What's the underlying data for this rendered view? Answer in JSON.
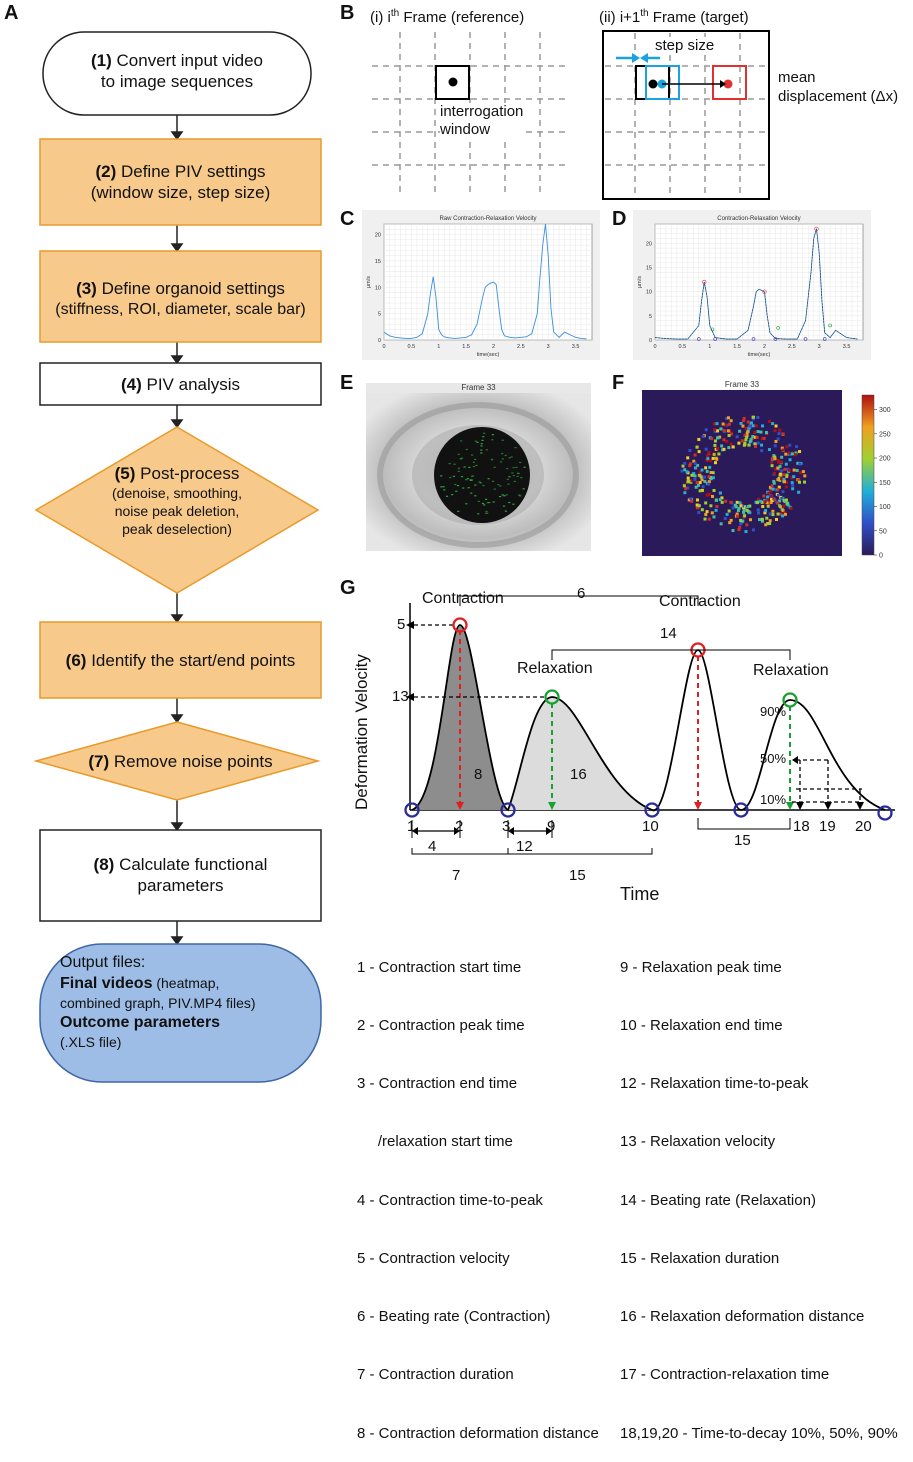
{
  "panels": {
    "a": "A",
    "b": "B",
    "c": "C",
    "d": "D",
    "e": "E",
    "f": "F",
    "g": "G"
  },
  "flowchart": {
    "step1": {
      "num": "(1)",
      "line1": "Convert input video",
      "line2": "to image sequences"
    },
    "step2": {
      "num": "(2)",
      "line1": "Define PIV settings",
      "line2": "(window size, step size)"
    },
    "step3": {
      "num": "(3)",
      "line1": "Define organoid settings",
      "line2": "(stiffness, ROI, diameter, scale bar)"
    },
    "step4": {
      "num": "(4)",
      "line1": "PIV analysis"
    },
    "step5": {
      "num": "(5)",
      "line1": "Post-process",
      "sub1": "(denoise, smoothing,",
      "sub2": "noise peak deletion,",
      "sub3": "peak deselection)"
    },
    "step6": {
      "num": "(6)",
      "line1": "Identify the start/end points"
    },
    "step7": {
      "num": "(7)",
      "line1": "Remove noise points"
    },
    "step8": {
      "num": "(8)",
      "line1": "Calculate functional",
      "line2": "parameters"
    },
    "output": {
      "title": "Output files:",
      "bold1": "Final videos",
      "rest1": " (heatmap,",
      "line2": "combined graph, PIV.MP4 files)",
      "bold2": "Outcome parameters",
      "line4": "(.XLS file)"
    },
    "colors": {
      "orange": "#F7C98A",
      "orange_border": "#E99A2C",
      "blue": "#9DBDE6"
    }
  },
  "piv": {
    "frame1_label_pre": "(i) i",
    "frame1_sup": "th",
    "frame1_label_post": " Frame (reference)",
    "frame2_label_pre": "(ii) i+1",
    "frame2_sup": "th",
    "frame2_label_post": " Frame (target)",
    "interrogation_1": "interrogation",
    "interrogation_2": "window",
    "step_size": "step size",
    "mean_1": "mean",
    "mean_2": "displacement (Δx)"
  },
  "chart_c": {
    "title": "Raw Contraction-Relaxation Velocity",
    "ylabel": "μm/s",
    "xlabel": "time(sec)",
    "xticks": [
      "0",
      "0.5",
      "1",
      "1.5",
      "2",
      "2.5",
      "3",
      "3.5"
    ],
    "yticks": [
      "0",
      "5",
      "10",
      "15",
      "20"
    ]
  },
  "chart_d": {
    "title": "Contraction-Relaxation Velocity",
    "ylabel": "μm/s",
    "xlabel": "time(sec)",
    "xticks": [
      "0",
      "0.5",
      "1",
      "1.5",
      "2",
      "2.5",
      "3",
      "3.5"
    ],
    "yticks": [
      "0",
      "5",
      "10",
      "15",
      "20"
    ]
  },
  "chart_data": [
    {
      "type": "line",
      "title": "Raw Contraction-Relaxation Velocity",
      "xlabel": "time(sec)",
      "ylabel": "μm/s",
      "xlim": [
        0,
        3.8
      ],
      "ylim": [
        0,
        22
      ],
      "series": [
        {
          "x": [
            0,
            0.1,
            0.2,
            0.3,
            0.4,
            0.5,
            0.6,
            0.7,
            0.8,
            0.85,
            0.9,
            0.95,
            1.0,
            1.05,
            1.1,
            1.2,
            1.3,
            1.4,
            1.5,
            1.6,
            1.7,
            1.8,
            1.85,
            1.9,
            1.95,
            2.0,
            2.05,
            2.1,
            2.15,
            2.2,
            2.3,
            2.4,
            2.5,
            2.6,
            2.7,
            2.8,
            2.85,
            2.9,
            2.95,
            3.0,
            3.05,
            3.1,
            3.2,
            3.3,
            3.4,
            3.5,
            3.6,
            3.7
          ],
          "y": [
            1.5,
            0.8,
            0.5,
            0.4,
            0.3,
            0.3,
            0.5,
            1.2,
            5,
            9,
            12,
            8,
            2,
            1,
            0.6,
            0.4,
            0.3,
            0.4,
            0.5,
            1,
            3,
            8,
            10,
            10.5,
            10.8,
            11,
            10.5,
            6,
            2,
            0.8,
            0.5,
            0.4,
            0.5,
            0.6,
            1.2,
            5,
            12,
            18,
            22,
            16,
            6,
            1.5,
            0.5,
            1.5,
            1,
            0.5,
            0.3,
            0.2
          ]
        }
      ]
    },
    {
      "type": "line",
      "title": "Contraction-Relaxation Velocity",
      "xlabel": "time(sec)",
      "ylabel": "μm/s",
      "xlim": [
        0,
        3.8
      ],
      "ylim": [
        0,
        24
      ],
      "series": [
        {
          "x": [
            0,
            0.2,
            0.4,
            0.6,
            0.8,
            0.85,
            0.9,
            0.95,
            1.0,
            1.1,
            1.3,
            1.5,
            1.7,
            1.8,
            1.85,
            1.9,
            2.0,
            2.05,
            2.1,
            2.2,
            2.4,
            2.6,
            2.75,
            2.85,
            2.9,
            2.95,
            3.0,
            3.05,
            3.1,
            3.2,
            3.3,
            3.5,
            3.7
          ],
          "y": [
            0.5,
            0.3,
            0.2,
            0.2,
            3,
            8,
            12,
            9,
            3,
            0.5,
            0.2,
            0.2,
            2,
            7,
            10,
            10.5,
            10,
            5,
            1.5,
            0.3,
            0.2,
            0.2,
            4,
            14,
            21,
            23,
            18,
            8,
            1.5,
            0.5,
            2,
            0.5,
            0.2
          ]
        }
      ]
    }
  ],
  "panel_e": {
    "title": "Frame 33"
  },
  "panel_f": {
    "title": "Frame 33",
    "colorbar_ticks": [
      "300",
      "250",
      "200",
      "150",
      "100",
      "50",
      "0"
    ]
  },
  "panel_g": {
    "ylabel": "Deformation Velocity",
    "xlabel": "Time",
    "contraction1": "Contraction",
    "contraction2": "Contraction",
    "relaxation1": "Relaxation",
    "relaxation2": "Relaxation",
    "n6": "6",
    "n14": "14",
    "n5": "5",
    "n13": "13",
    "n8": "8",
    "n16": "16",
    "p90": "90%",
    "p50": "50%",
    "p10": "10%",
    "x1": "1",
    "x2": "2",
    "x3": "3",
    "x9": "9",
    "x10": "10",
    "x18": "18",
    "x19": "19",
    "x20": "20",
    "b4": "4",
    "b7": "7",
    "b12": "12",
    "b15a": "15",
    "b15b": "15"
  },
  "legend_left": [
    "1 - Contraction start time",
    "2 - Contraction peak time",
    "3 - Contraction end time",
    "     /relaxation start time",
    "4 - Contraction time-to-peak",
    "5 - Contraction velocity",
    "6 - Beating rate (Contraction)",
    "7 - Contraction duration",
    "8 - Contraction deformation distance"
  ],
  "legend_right": [
    "9 - Relaxation peak time",
    "10 - Relaxation end time",
    "12 - Relaxation time-to-peak",
    "13 - Relaxation velocity",
    "14 - Beating rate (Relaxation)",
    "15 - Relaxation duration",
    "16 - Relaxation deformation distance",
    "17 - Contraction-relaxation time",
    "18,19,20 - Time-to-decay 10%, 50%, 90%"
  ]
}
